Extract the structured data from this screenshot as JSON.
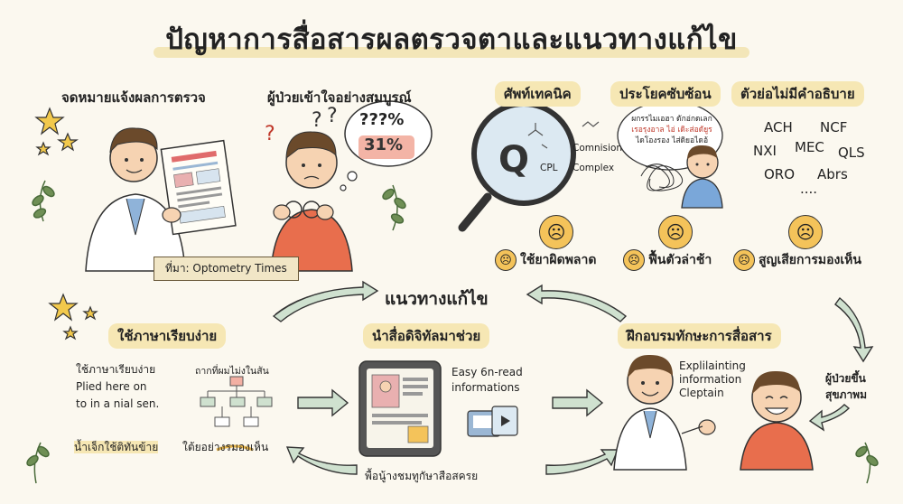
{
  "title": "ปัญหาการสื่อสารผลตรวจตาและแนวทางแก้ไข",
  "problem": {
    "letter_label": "จดหมายแจ้งผลการตรวจ",
    "patient_label": "ผู้ป่วยเข้าใจอย่างสมบูรณ์",
    "thought_text": "???%",
    "percent": "31%",
    "source": "ที่มา: Optometry Times",
    "jargon_label": "ศัพท์เทคนิค",
    "jargon_words": [
      "Comnision",
      "Complex",
      "CPL"
    ],
    "complex_label": "ประโยคซับซ้อน",
    "complex_bubble": [
      "ผกรรไมเอฮา ดักอ่กดเลก",
      "เรอรุงอาล ไอ่ เดิะส่อดัยูร",
      "ไดโองรอง ไส่ดิยอไดอ้"
    ],
    "abbr_label": "ตัวย่อไม่มีคำอธิบาย",
    "abbrs": [
      "ACH",
      "NCF",
      "NXI",
      "MEC",
      "QLS",
      "ORO",
      "Abrs",
      "...."
    ],
    "consequences": [
      "ใช้ยาผิดพลาด",
      "ฟื้นตัวล่าช้า",
      "สูญเสียการมองเห็น"
    ]
  },
  "solution": {
    "heading": "แนวทางแก้ไข",
    "simple_label": "ใช้ภาษาเรียบง่าย",
    "simple_lines": [
      "ใช้ภาษาเรียบง่าย",
      "Plied here on",
      "to in a nial sen."
    ],
    "flow_caption": "ถากที่ผมไม่งในสัน",
    "simple_footer_a": "น้ำเจ็กใช้ติทันข้าย",
    "simple_footer_b": "ใต้ยอย่างรมองเห็น",
    "digital_label": "นำสื่อดิจิทัลมาช่วย",
    "digital_note": [
      "Easy 6n-read",
      "informations"
    ],
    "digital_footer": "พื้อนู้างชมทูกัษาสือสครย",
    "training_label": "ฝึกอบรมทักษะการสื่อสาร",
    "training_note": [
      "Explilainting",
      "information",
      "Cleptain"
    ],
    "health_label": [
      "ผู้ป่วยขึ้น",
      "สุขภาพม"
    ]
  }
}
